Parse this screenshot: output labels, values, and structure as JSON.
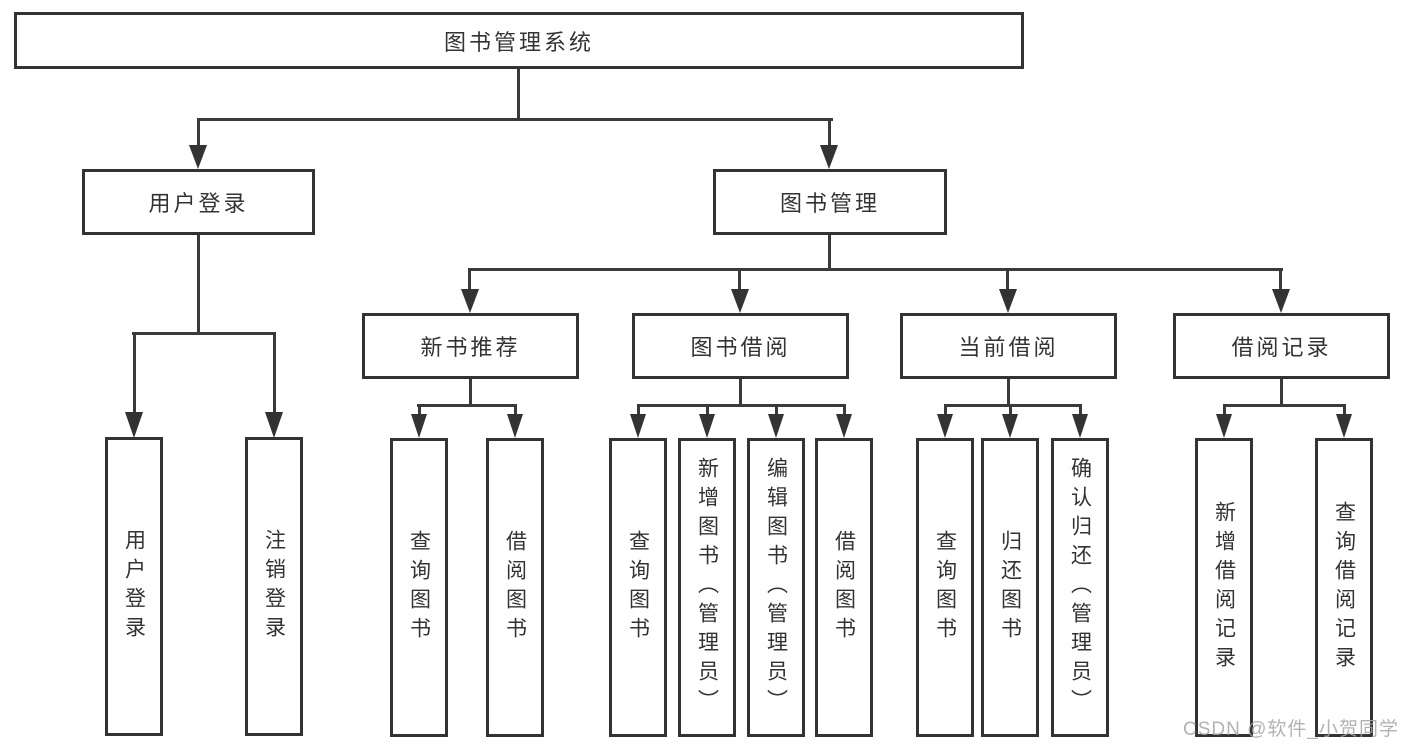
{
  "diagram": {
    "root": {
      "label": "图书管理系统"
    },
    "user_branch": {
      "label": "用户登录",
      "children": [
        {
          "label": "用户登录"
        },
        {
          "label": "注销登录"
        }
      ]
    },
    "book_branch": {
      "label": "图书管理",
      "sections": [
        {
          "label": "新书推荐",
          "children": [
            {
              "label": "查询图书"
            },
            {
              "label": "借阅图书"
            }
          ]
        },
        {
          "label": "图书借阅",
          "children": [
            {
              "label": "查询图书"
            },
            {
              "label": "新增图书（管理员）"
            },
            {
              "label": "编辑图书（管理员）"
            },
            {
              "label": "借阅图书"
            }
          ]
        },
        {
          "label": "当前借阅",
          "children": [
            {
              "label": "查询图书"
            },
            {
              "label": "归还图书"
            },
            {
              "label": "确认归还（管理员）"
            }
          ]
        },
        {
          "label": "借阅记录",
          "children": [
            {
              "label": "新增借阅记录"
            },
            {
              "label": "查询借阅记录"
            }
          ]
        }
      ]
    },
    "watermark": "CSDN @软件_小贺同学",
    "colors": {
      "line": "#333333",
      "box_border": "#333333",
      "box_fill": "#ffffff",
      "text": "#333333",
      "watermark_text": "#a5a5a5"
    }
  }
}
